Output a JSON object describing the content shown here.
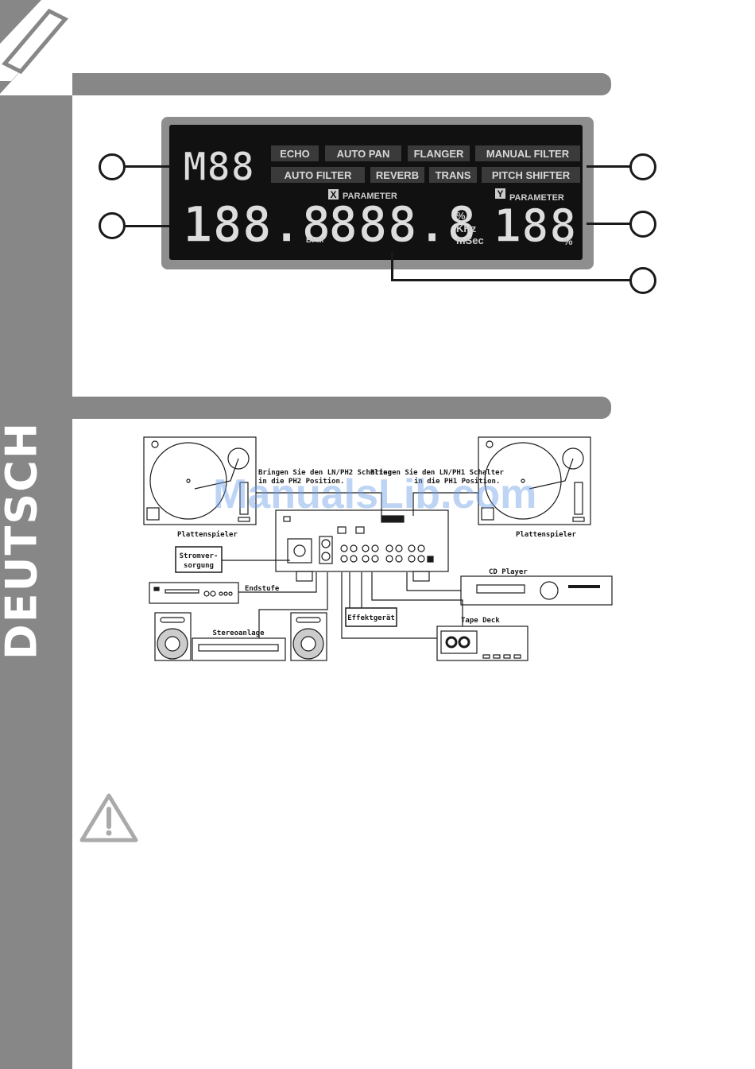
{
  "sidebar": {
    "language_label": "DEUTSCH"
  },
  "lcd": {
    "mode_digits": "M88",
    "effects_row1": [
      "ECHO",
      "AUTO PAN",
      "FLANGER",
      "MANUAL FILTER"
    ],
    "effects_row2": [
      "AUTO FILTER",
      "REVERB",
      "TRANS",
      "PITCH SHIFTER"
    ],
    "bpm_digits": "188.8",
    "bpm_unit": "BPM",
    "x_badge": "X",
    "x_label": "PARAMETER",
    "x_digits": "888.8",
    "x_units": [
      "%",
      "KHz",
      "mSec"
    ],
    "y_badge": "Y",
    "y_label": "PARAMETER",
    "y_digits": "188",
    "y_unit": "%"
  },
  "diagram": {
    "turntable_left_label": "Plattenspieler",
    "turntable_right_label": "Plattenspieler",
    "note_left_line1": "Bringen Sie den LN/PH2 Schalter",
    "note_left_line2": "in die PH2 Position.",
    "note_right_line1": "Bringen Sie den LN/PH1 Schalter",
    "note_right_line2": "in die PH1 Position.",
    "power_line1": "Stromver-",
    "power_line2": "sorgung",
    "amplifier_label": "Endstufe",
    "effects_label": "Effektgerät",
    "stereo_label": "Stereoanlage",
    "cd_label": "CD Player",
    "tape_label": "Tape Deck"
  },
  "watermark": "ManualsLib.com"
}
